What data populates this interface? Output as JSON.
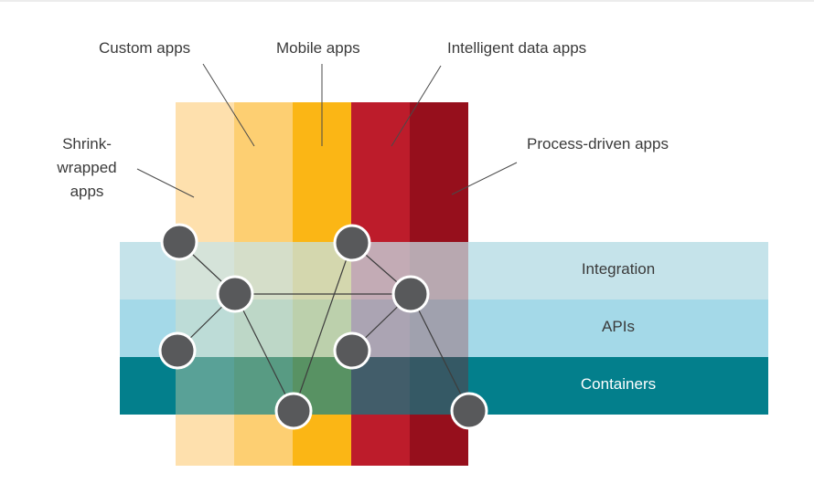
{
  "app_labels": {
    "custom": "Custom apps",
    "mobile": "Mobile apps",
    "intelligent": "Intelligent data apps",
    "shrink_line1": "Shrink-",
    "shrink_line2": "wrapped",
    "shrink_line3": "apps",
    "process": "Process-driven apps"
  },
  "bands": {
    "integration": "Integration",
    "apis": "APIs",
    "containers": "Containers"
  },
  "colors": {
    "column_1": "#fee0ad",
    "column_2": "#fdcf72",
    "column_3": "#fbb615",
    "column_4": "#bd1c2b",
    "column_5": "#960f1c",
    "band_integration": "#c5e3ea",
    "band_apis": "#a4d9e8",
    "band_containers": "#037f8c",
    "node": "#58595b",
    "text": "#3a3a3a"
  }
}
